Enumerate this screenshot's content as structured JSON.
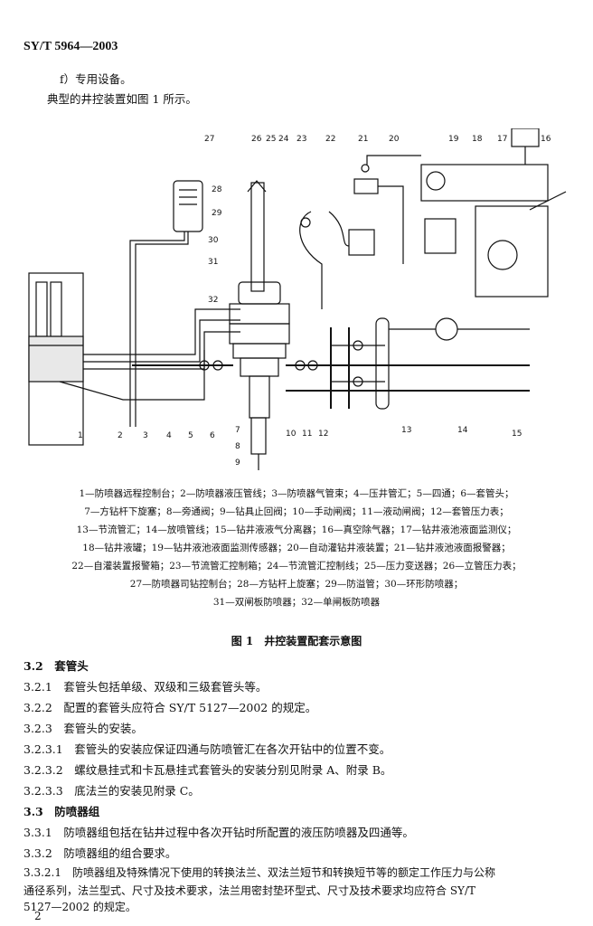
{
  "header": "SY/T 5964—2003",
  "intro": {
    "item_f": "f）专用设备。",
    "line": "典型的井控装置如图 1 所示。"
  },
  "figure": {
    "labels": [
      "1",
      "2",
      "3",
      "4",
      "5",
      "6",
      "7",
      "8",
      "9",
      "10",
      "11",
      "12",
      "13",
      "14",
      "15",
      "16",
      "17",
      "18",
      "19",
      "20",
      "21",
      "22",
      "23",
      "24",
      "25",
      "26",
      "27",
      "28",
      "29",
      "30",
      "31",
      "32"
    ],
    "caption_lines": [
      "1—防喷器远程控制台；2—防喷器液压管线；3—防喷器气管束；4—压井管汇；5—四通；6—套管头；",
      "7—方钻杆下旋塞；8—旁通阀；9—钻具止回阀；10—手动闸阀；11—液动闸阀；12—套管压力表；",
      "13—节流管汇；14—放喷管线；15—钻井液液气分离器；16—真空除气器；17—钻井液池液面监测仪；",
      "18—钻井液罐；19—钻井液池液面监测传感器；20—自动灌钻井液装置；21—钻井液池液面报警器；",
      "22—自灌装置报警箱；23—节流管汇控制箱；24—节流管汇控制线；25—压力变送器；26—立管压力表；",
      "27—防喷器司钻控制台；28—方钻杆上旋塞；29—防溢管；30—环形防喷器；",
      "31—双闸板防喷器；32—单闸板防喷器"
    ],
    "title": "图 1　井控装置配套示意图"
  },
  "sections": [
    {
      "num": "3.2",
      "text": "套管头",
      "bold": true
    },
    {
      "num": "3.2.1",
      "text": "套管头包括单级、双级和三级套管头等。"
    },
    {
      "num": "3.2.2",
      "text": "配置的套管头应符合 SY/T 5127—2002 的规定。"
    },
    {
      "num": "3.2.3",
      "text": "套管头的安装。"
    },
    {
      "num": "3.2.3.1",
      "text": "套管头的安装应保证四通与防喷管汇在各次开钻中的位置不变。"
    },
    {
      "num": "3.2.3.2",
      "text": "螺纹悬挂式和卡瓦悬挂式套管头的安装分别见附录 A、附录 B。"
    },
    {
      "num": "3.2.3.3",
      "text": "底法兰的安装见附录 C。"
    },
    {
      "num": "3.3",
      "text": "防喷器组",
      "bold": true
    },
    {
      "num": "3.3.1",
      "text": "防喷器组包括在钻井过程中各次开钻时所配置的液压防喷器及四通等。"
    },
    {
      "num": "3.3.2",
      "text": "防喷器组的组合要求。"
    },
    {
      "num": "3.3.2.1",
      "text": "防喷器组及特殊情况下使用的转换法兰、双法兰短节和转换短节等的额定工作压力与公称"
    }
  ],
  "para_cont": [
    "通径系列，法兰型式、尺寸及技术要求，法兰用密封垫环型式、尺寸及技术要求均应符合 SY/T",
    "5127—2002 的规定。"
  ],
  "page_number": "2"
}
